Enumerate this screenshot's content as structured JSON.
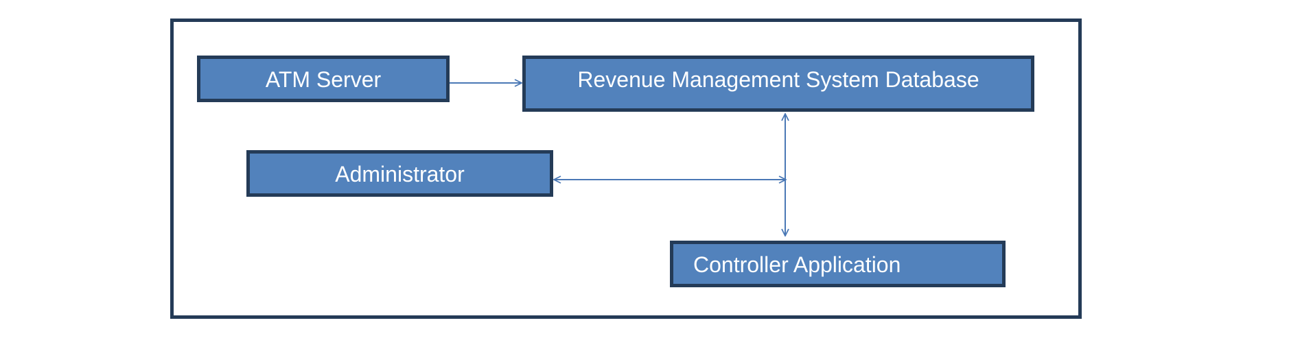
{
  "diagram": {
    "nodes": {
      "atm_server": {
        "label": "ATM  Server"
      },
      "rms_database": {
        "label": "Revenue Management System Database"
      },
      "administrator": {
        "label": "Administrator"
      },
      "controller_app": {
        "label": "Controller Application"
      }
    },
    "edges": [
      {
        "from": "atm_server",
        "to": "rms_database",
        "direction": "forward"
      },
      {
        "from": "administrator",
        "to": "junction",
        "direction": "both"
      },
      {
        "from": "rms_database",
        "to": "controller_app",
        "direction": "both"
      }
    ],
    "colors": {
      "node_fill": "#5282bc",
      "node_border": "#243b57",
      "frame_border": "#243b57",
      "connector": "#4a78b5",
      "text": "#ffffff"
    }
  }
}
